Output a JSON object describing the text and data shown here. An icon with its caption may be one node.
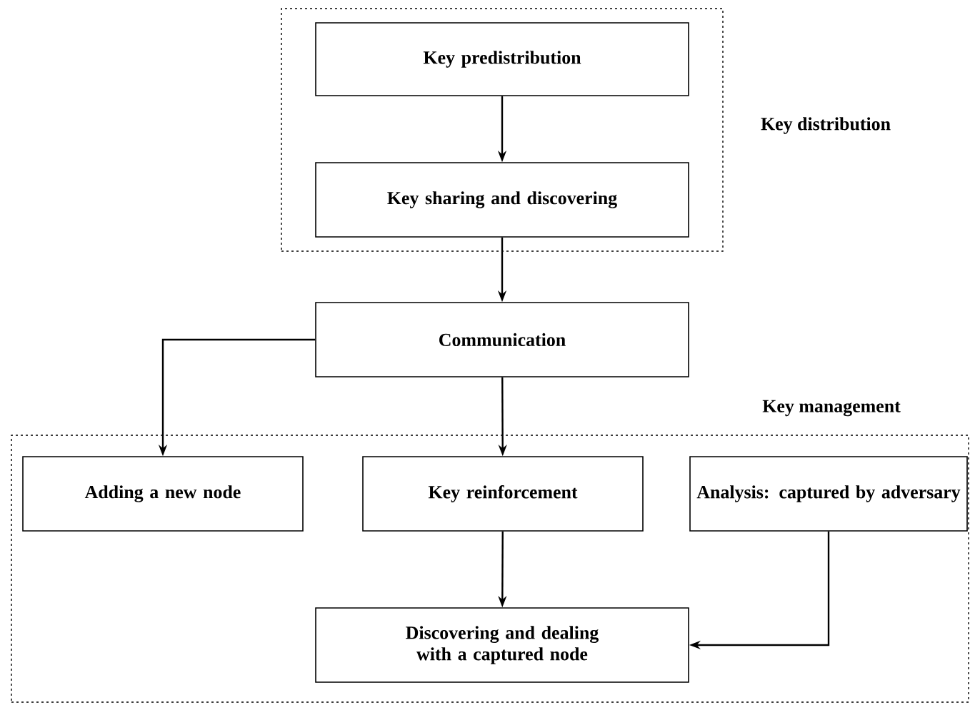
{
  "diagram": {
    "nodes": [
      {
        "text": [
          "Key distribution"
        ]
      },
      {
        "text": [
          "Key predistribution"
        ],
        "in": 0
      },
      {
        "text": [
          "Key sharing and discovering"
        ],
        "in": 0
      },
      {
        "text": [
          "Communication"
        ]
      },
      {
        "text": [
          "Key management"
        ]
      },
      {
        "text": [
          "Adding a new node"
        ],
        "in": 4
      },
      {
        "text": [
          "Key reinforcement"
        ],
        "in": 4
      },
      {
        "text": [
          "Analysis: captured by adversary"
        ],
        "in": 4
      },
      {
        "text": [
          "Discovering and dealing with a captured node"
        ],
        "in": 4
      }
    ],
    "edges": [
      {
        "from": 1,
        "to": 2,
        "arrow": "to"
      },
      {
        "from": 2,
        "to": 3,
        "arrow": "to"
      },
      {
        "from": 3,
        "to": 5,
        "arrow": "to"
      },
      {
        "from": 3,
        "to": 6,
        "arrow": "to"
      },
      {
        "from": 6,
        "to": 8,
        "arrow": "to"
      },
      {
        "from": 7,
        "to": 8,
        "arrow": "to"
      }
    ]
  }
}
